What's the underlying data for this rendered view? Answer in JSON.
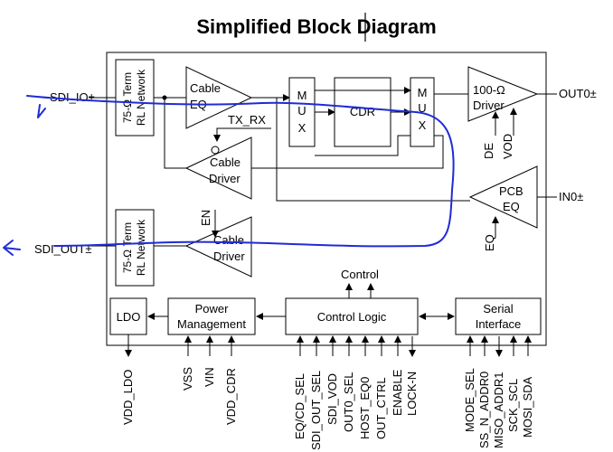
{
  "title": "Simplified Block Diagram",
  "blocks": {
    "term_top": [
      "75-Ω Term",
      "RL Network"
    ],
    "term_bottom": [
      "75-Ω Term",
      "RL Network"
    ],
    "cable_eq": [
      "Cable",
      "EQ"
    ],
    "cable_driver_mid": [
      "Cable",
      "Driver"
    ],
    "cable_driver_bottom": [
      "Cable",
      "Driver"
    ],
    "mux1": [
      "M",
      "U",
      "X"
    ],
    "cdr": "CDR",
    "mux2": [
      "M",
      "U",
      "X"
    ],
    "out_driver": [
      "100-Ω",
      "Driver"
    ],
    "pcb_eq": [
      "PCB",
      "EQ"
    ],
    "ldo": "LDO",
    "power_mgmt": [
      "Power",
      "Management"
    ],
    "control_logic": "Control Logic",
    "serial_interface": [
      "Serial",
      "Interface"
    ]
  },
  "signals": {
    "sdi_io": "SDI_IO±",
    "sdi_out": "SDI_OUT±",
    "out0": "OUT0±",
    "in0": "IN0±",
    "tx_rx": "TX_RX",
    "en": "EN",
    "de": "DE",
    "vod": "VOD",
    "eq": "EQ",
    "control": "Control"
  },
  "pins_power": [
    "VDD_LDO",
    "VSS",
    "VIN",
    "VDD_CDR"
  ],
  "pins_control": [
    "EQ/CD_SEL",
    "SDI_OUT_SEL",
    "SDI_VOD",
    "OUT0_SEL",
    "HOST_EQ0",
    "OUT_CTRL",
    "ENABLE",
    "LOCK-N"
  ],
  "pins_serial": [
    "MODE_SEL",
    "SS_N_ADDR0",
    "MISO_ADDR1",
    "SCK_SCL",
    "MOSI_SDA"
  ]
}
